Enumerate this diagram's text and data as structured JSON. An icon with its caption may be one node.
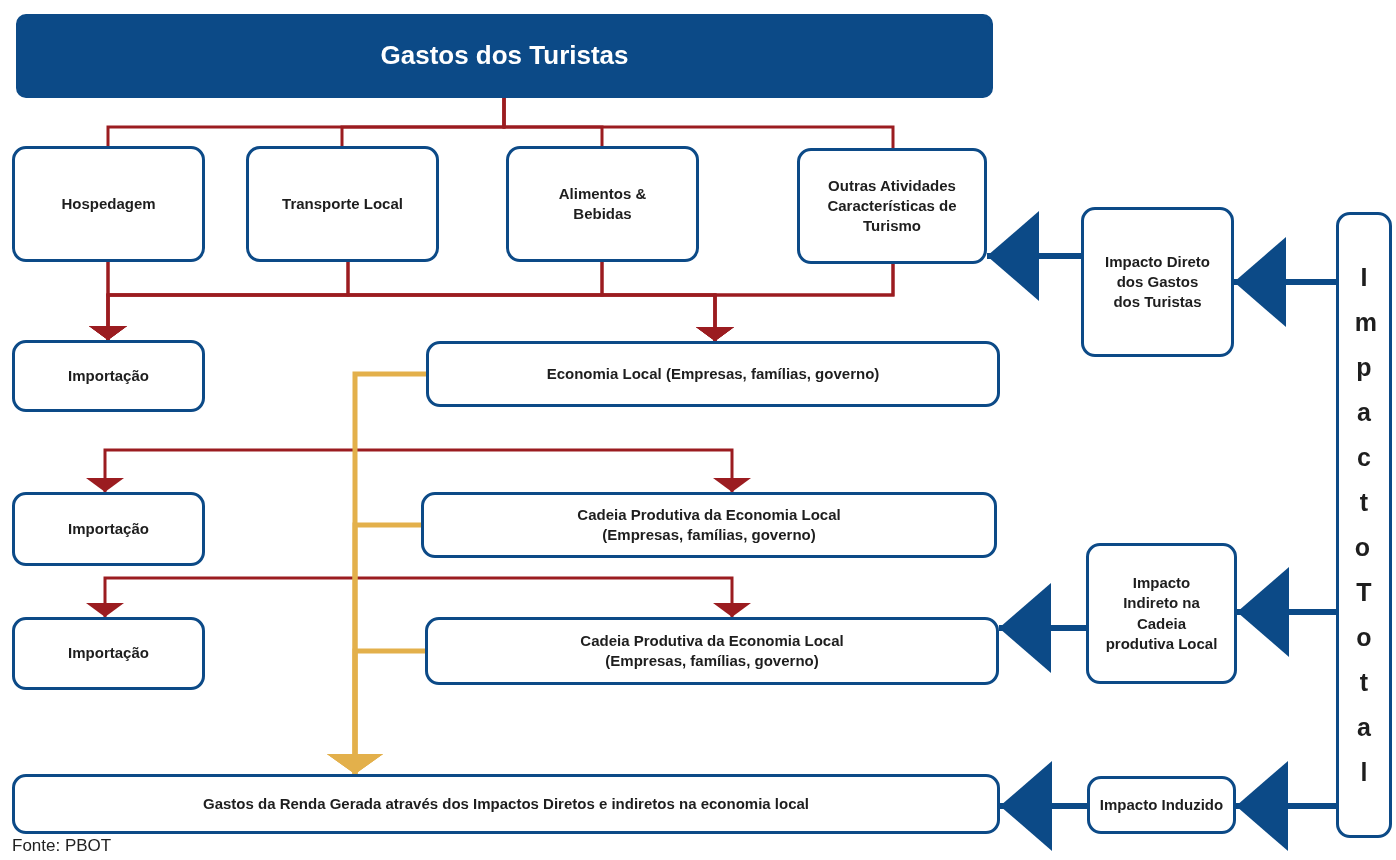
{
  "diagram": {
    "nodes": [
      {
        "text": [
          "Gastos dos Turistas"
        ]
      },
      {
        "text": [
          "Hospedagem"
        ]
      },
      {
        "text": [
          "Transporte Local"
        ]
      },
      {
        "text": [
          "Alimentos & Bebidas"
        ]
      },
      {
        "text": [
          "Outras Atividades Características de Turismo"
        ]
      },
      {
        "text": [
          "Importação"
        ]
      },
      {
        "text": [
          "Economia Local (Empresas, famílias, governo)"
        ]
      },
      {
        "text": [
          "Importação"
        ]
      },
      {
        "text": [
          "Cadeia Produtiva da Economia Local (Empresas, famílias, governo)"
        ]
      },
      {
        "text": [
          "Importação"
        ]
      },
      {
        "text": [
          "Cadeia Produtiva da Economia Local (Empresas, famílias, governo)"
        ]
      },
      {
        "text": [
          "Gastos da Renda Gerada através dos Impactos Diretos e indiretos na economia local"
        ]
      },
      {
        "text": [
          "Impacto Direto dos Gastos dos Turistas"
        ]
      },
      {
        "text": [
          "Impacto Indireto na Cadeia produtiva Local"
        ]
      },
      {
        "text": [
          "Impacto Induzido"
        ]
      },
      {
        "text": [
          "Impacto Total"
        ]
      }
    ],
    "edges": [
      {
        "from": 0,
        "to": 1,
        "arrow": "none"
      },
      {
        "from": 0,
        "to": 2,
        "arrow": "none"
      },
      {
        "from": 0,
        "to": 3,
        "arrow": "none"
      },
      {
        "from": 0,
        "to": 4,
        "arrow": "none"
      },
      {
        "from": 1,
        "to": 5,
        "arrow": "to"
      },
      {
        "from": 2,
        "to": 5,
        "arrow": "to"
      },
      {
        "from": 3,
        "to": 5,
        "arrow": "to"
      },
      {
        "from": 4,
        "to": 5,
        "arrow": "to"
      },
      {
        "from": 1,
        "to": 6,
        "arrow": "to"
      },
      {
        "from": 2,
        "to": 6,
        "arrow": "to"
      },
      {
        "from": 3,
        "to": 6,
        "arrow": "to"
      },
      {
        "from": 4,
        "to": 6,
        "arrow": "to"
      },
      {
        "from": null,
        "to": 7,
        "arrow": "to"
      },
      {
        "from": null,
        "to": 8,
        "arrow": "to"
      },
      {
        "from": null,
        "to": 9,
        "arrow": "to"
      },
      {
        "from": null,
        "to": 10,
        "arrow": "to"
      },
      {
        "from": 6,
        "to": 11,
        "arrow": "to",
        "color": "#e3b04b"
      },
      {
        "from": 8,
        "to": 11,
        "arrow": "to",
        "color": "#e3b04b"
      },
      {
        "from": 10,
        "to": 11,
        "arrow": "to",
        "color": "#e3b04b"
      },
      {
        "from": 15,
        "to": 12,
        "arrow": "to",
        "style": "thick",
        "color": "#0c4a87"
      },
      {
        "from": 12,
        "to": 4,
        "arrow": "to",
        "style": "thick",
        "color": "#0c4a87"
      },
      {
        "from": 15,
        "to": 13,
        "arrow": "to",
        "style": "thick",
        "color": "#0c4a87"
      },
      {
        "from": 13,
        "to": 10,
        "arrow": "to",
        "style": "thick",
        "color": "#0c4a87"
      },
      {
        "from": 15,
        "to": 14,
        "arrow": "to",
        "style": "thick",
        "color": "#0c4a87"
      },
      {
        "from": 14,
        "to": 11,
        "arrow": "to",
        "style": "thick",
        "color": "#0c4a87"
      }
    ],
    "labels": [
      "Fonte: PBOT"
    ]
  }
}
